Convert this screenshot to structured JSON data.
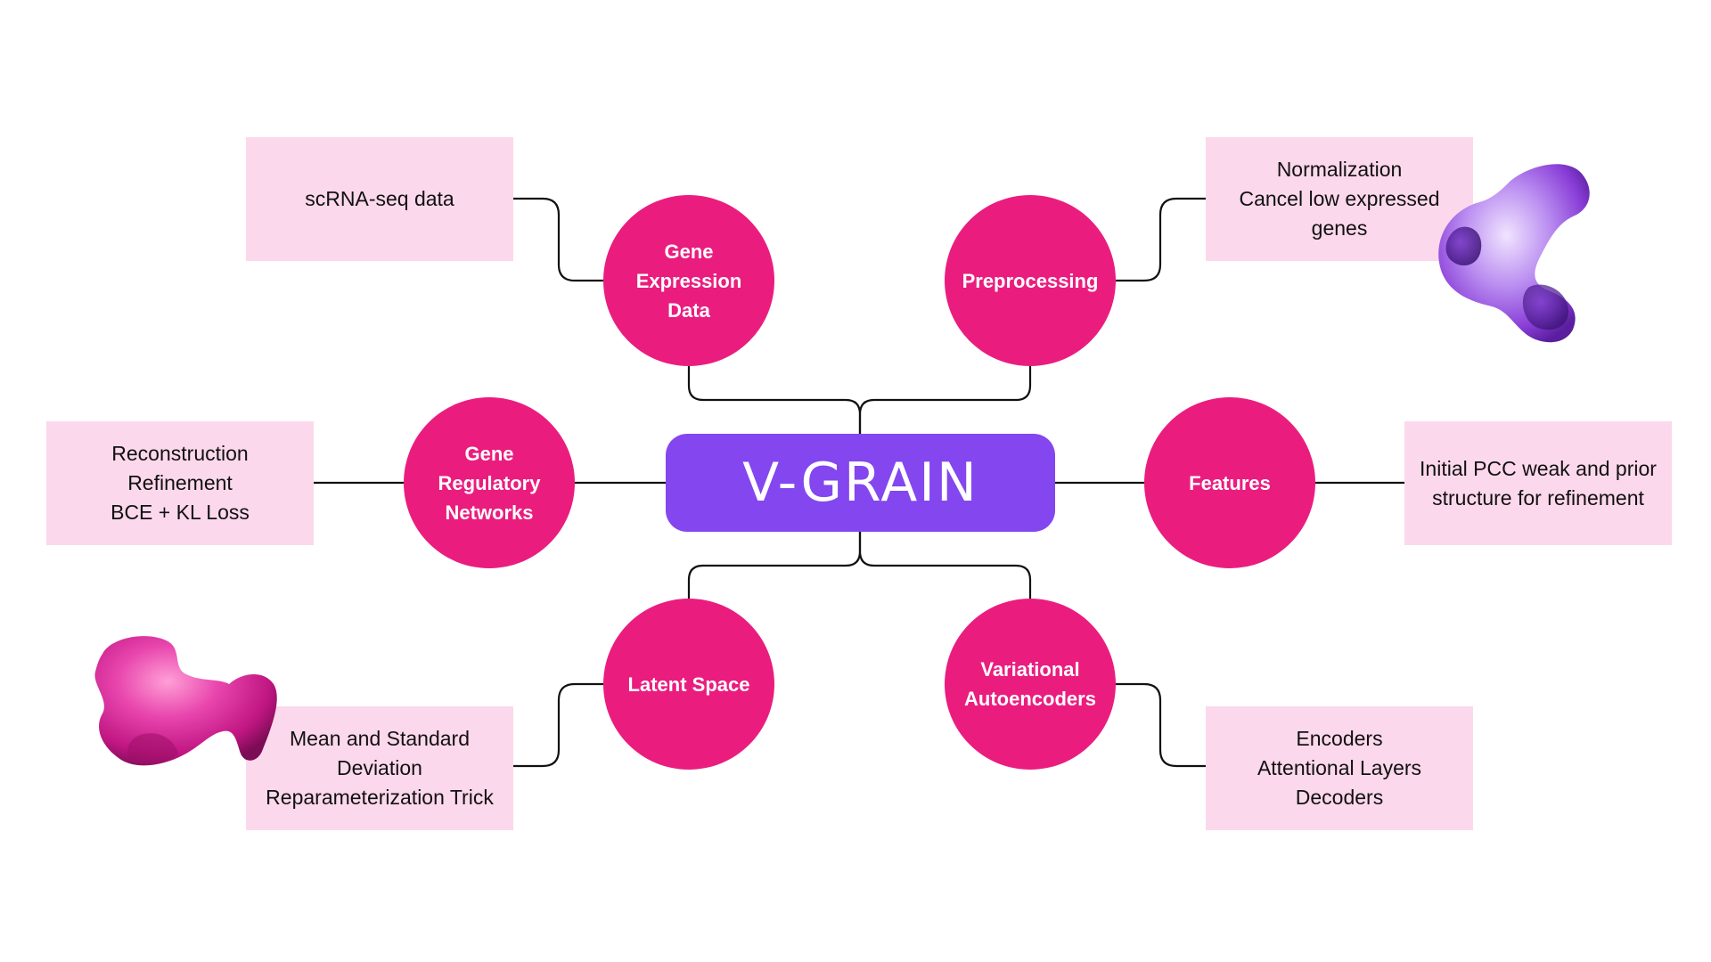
{
  "center": {
    "label": "V-GRAIN"
  },
  "nodes": {
    "gene_expression": {
      "lines": [
        "Gene",
        "Expression",
        "Data"
      ]
    },
    "preprocessing": {
      "lines": [
        "Preprocessing"
      ]
    },
    "grn": {
      "lines": [
        "Gene",
        "Regulatory",
        "Networks"
      ]
    },
    "features": {
      "lines": [
        "Features"
      ]
    },
    "latent_space": {
      "lines": [
        "Latent Space"
      ]
    },
    "vae": {
      "lines": [
        "Variational",
        "Autoencoders"
      ]
    }
  },
  "details": {
    "gene_expression": {
      "lines": [
        "scRNA-seq data"
      ]
    },
    "preprocessing": {
      "lines": [
        "Normalization",
        "Cancel low expressed",
        "genes"
      ]
    },
    "grn": {
      "lines": [
        "Reconstruction",
        "Refinement",
        "BCE + KL Loss"
      ]
    },
    "features": {
      "lines": [
        "Initial PCC weak and prior",
        "structure for refinement"
      ]
    },
    "latent_space": {
      "lines": [
        "Mean and Standard",
        "Deviation",
        "Reparameterization Trick"
      ]
    },
    "vae": {
      "lines": [
        "Encoders",
        "Attentional Layers",
        "Decoders"
      ]
    }
  },
  "colors": {
    "center": "#8446ef",
    "node": "#ea1d7f",
    "detail_box": "#fcd8ec",
    "connector": "#111111",
    "blob_purple": "#9b4fe0",
    "blob_pink": "#e0269a"
  },
  "decorations": [
    "purple-3d-blob",
    "pink-3d-blob"
  ]
}
